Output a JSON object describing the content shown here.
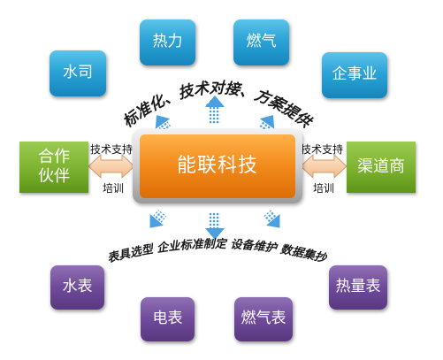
{
  "center": {
    "label": "能联科技"
  },
  "top_nodes": {
    "shuisi": "水司",
    "reli": "热力",
    "ranqi": "燃气",
    "qishiye": "企事业"
  },
  "bottom_nodes": {
    "shuibiao": "水表",
    "dianbiao": "电表",
    "ranqibiao": "燃气表",
    "reliangbiao": "热量表"
  },
  "left_node": {
    "label_line1": "合作",
    "label_line2": "伙伴",
    "link_top": "技术支持",
    "link_bottom": "培训"
  },
  "right_node": {
    "label": "渠道商",
    "link_top": "技术支持",
    "link_bottom": "培训"
  },
  "top_arc_text": "标准化、技术对接、方案提供",
  "bottom_arc_text": "表具选型 企业标准制定 设备维护 数据集抄",
  "colors": {
    "top_nodes": "#2ba3d6",
    "bottom_nodes": "#6f4a9a",
    "side_nodes": "#7cb22e",
    "center": "#f28a1c",
    "arrows": "#4a9fe0"
  }
}
